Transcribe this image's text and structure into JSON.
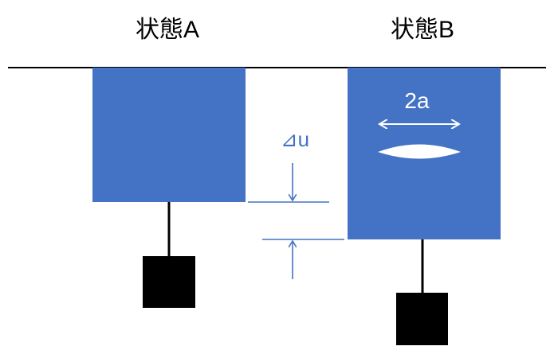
{
  "labels": {
    "state_a": "状態A",
    "state_b": "状態B",
    "crack_width": "2a",
    "displacement": "⊿u"
  },
  "colors": {
    "block": "#4472C4",
    "weight": "#000000",
    "crack": "#FFFFFF"
  }
}
